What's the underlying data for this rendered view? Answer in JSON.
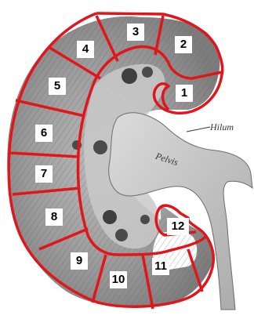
{
  "figure": {
    "labels": {
      "hilum": "Hilum",
      "pelvis": "Pelvis"
    },
    "segments": [
      "1",
      "2",
      "3",
      "4",
      "5",
      "6",
      "7",
      "8",
      "9",
      "10",
      "11",
      "12"
    ],
    "colors": {
      "outline": "#e0161b",
      "tissue_dark": "#6a6a6a",
      "tissue_mid": "#a8a8a8",
      "tissue_light": "#d4d4d4",
      "label_bg": "#ffffff"
    }
  }
}
